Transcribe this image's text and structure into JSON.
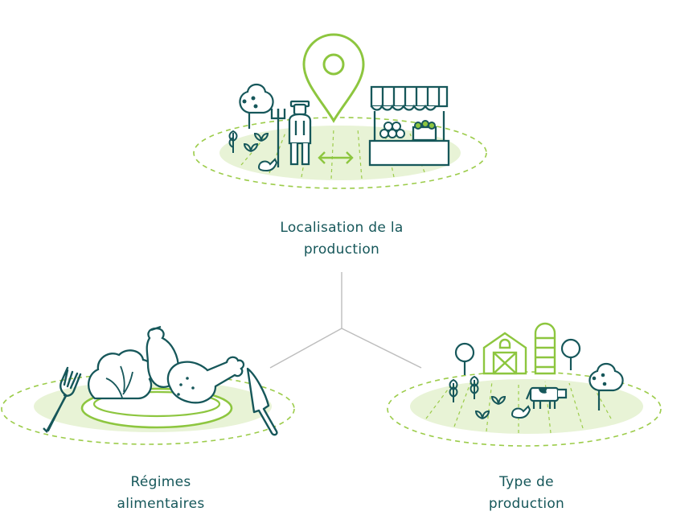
{
  "nodes": {
    "top": {
      "line1": "Localisation de la",
      "line2": "production",
      "icon": "local-farm-market-icon"
    },
    "left": {
      "line1": "Régimes",
      "line2": "alimentaires",
      "icon": "food-plate-icon"
    },
    "right": {
      "line1": "Type de",
      "line2": "production",
      "icon": "farm-landscape-icon"
    }
  },
  "colors": {
    "dark_teal": "#16575a",
    "lime": "#8dc63f",
    "pale_green": "#e8f3d6",
    "connector": "#bdbdbd",
    "dashed_ring": "#9ccc4a"
  }
}
